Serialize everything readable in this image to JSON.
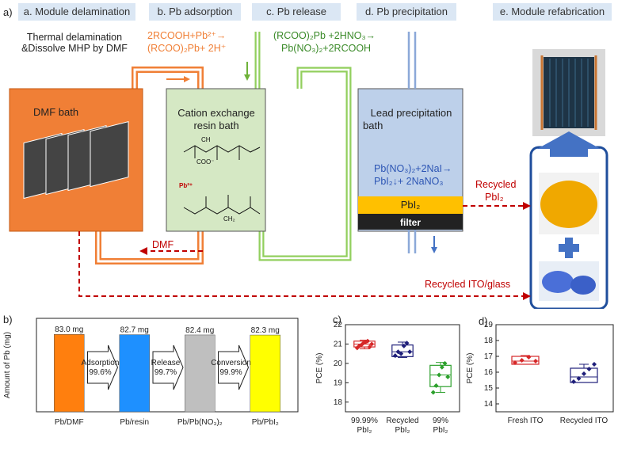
{
  "panel_labels": {
    "a": "a)",
    "b": "b)",
    "c": "c)",
    "d": "d)"
  },
  "headers": [
    "a. Module delamination",
    "b. Pb adsorption",
    "c. Pb release",
    "d. Pb precipitation",
    "e. Module refabrication"
  ],
  "step_a": {
    "line1": "Thermal delamination",
    "line2": "&Dissolve MHP by DMF"
  },
  "step_b": {
    "eq1": "2RCOOH+Pb²⁺→",
    "eq2": "(RCOO)₂Pb+ 2H⁺"
  },
  "step_c": {
    "eq1": "(RCOO)₂Pb +2HNO₃→",
    "eq2": "Pb(NO₃)₂+2RCOOH"
  },
  "dmf_bath": "DMF bath",
  "resin_bath": {
    "line1": "Cation exchange",
    "line2": "resin bath"
  },
  "resin_labels": {
    "coo": "COO⁻",
    "pb": "Pb²⁺",
    "ch": "CH",
    "ch2": "CH₂"
  },
  "lead_bath": {
    "line1": "Lead precipitation",
    "line2": "bath",
    "eq1": "Pb(NO₃)₂+2NaI→",
    "eq2": "PbI₂↓+ 2NaNO₃",
    "pbi2": "PbI₂",
    "filter": "filter"
  },
  "dmf_return": "DMF",
  "recycled_pbi2": {
    "line1": "Recycled",
    "line2": "PbI₂"
  },
  "recycled_ito": "Recycled ITO/glass",
  "colors": {
    "orange": "#f07f36",
    "green": "#92cf5e",
    "blue": "#4472c4",
    "red": "#c00000",
    "yellow": "#ffc000"
  },
  "chart_data": [
    {
      "type": "bar",
      "ylabel": "Amount of Pb (mg)",
      "categories": [
        "Pb/DMF",
        "Pb/resin",
        "Pb/Pb(NO₃)₂",
        "Pb/PbI₂"
      ],
      "values": [
        83.0,
        82.7,
        82.4,
        82.3
      ],
      "value_labels": [
        "83.0 mg",
        "82.7 mg",
        "82.4 mg",
        "82.3 mg"
      ],
      "colors": [
        "#ff7f0e",
        "#1e90ff",
        "#bfbfbf",
        "#ffff00"
      ],
      "steps": [
        {
          "name": "Adsorption",
          "pct": "99.6%"
        },
        {
          "name": "Release",
          "pct": "99.7%"
        },
        {
          "name": "Conversion",
          "pct": "99.9%"
        }
      ]
    },
    {
      "type": "box",
      "ylabel": "PCE (%)",
      "ylim": [
        17.5,
        22
      ],
      "yticks": [
        "18",
        "19",
        "20",
        "21",
        "22"
      ],
      "categories": [
        "99.99% PbI₂",
        "Recycled PbI₂",
        "99% PbI₂"
      ],
      "boxes": [
        {
          "q1": 20.85,
          "median": 21.0,
          "q3": 21.15,
          "low": 20.75,
          "high": 21.2,
          "points": [
            20.8,
            20.9,
            20.95,
            21.05,
            21.1,
            21.15,
            20.85,
            21.0
          ]
        },
        {
          "q1": 20.35,
          "median": 20.6,
          "q3": 20.95,
          "low": 20.3,
          "high": 21.1,
          "points": [
            20.4,
            20.6,
            20.5,
            20.9,
            21.05,
            20.6
          ]
        },
        {
          "q1": 18.8,
          "median": 19.4,
          "q3": 19.9,
          "low": 18.5,
          "high": 20.05,
          "points": [
            18.5,
            18.85,
            19.4,
            19.8,
            20.0,
            19.3
          ]
        }
      ],
      "colors": [
        "#d62728",
        "#1f1f7a",
        "#2ca02c"
      ]
    },
    {
      "type": "box",
      "ylabel": "PCE (%)",
      "ylim": [
        13.5,
        19
      ],
      "yticks": [
        "14",
        "15",
        "16",
        "17",
        "18",
        "19"
      ],
      "categories": [
        "Fresh ITO",
        "Recycled ITO"
      ],
      "boxes": [
        {
          "q1": 16.5,
          "median": 16.7,
          "q3": 17.0,
          "low": 16.5,
          "high": 17.05,
          "points": [
            16.6,
            16.75,
            16.95,
            16.7
          ]
        },
        {
          "q1": 15.35,
          "median": 15.7,
          "q3": 16.25,
          "low": 15.35,
          "high": 16.5,
          "points": [
            15.4,
            15.6,
            15.9,
            16.2,
            16.5
          ]
        }
      ],
      "colors": [
        "#d62728",
        "#1f1f7a"
      ]
    }
  ]
}
